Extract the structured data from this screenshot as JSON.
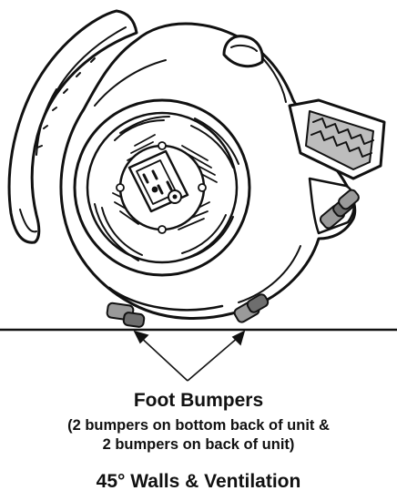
{
  "diagram": {
    "colors": {
      "ink": "#111111",
      "body_fill": "#ffffff",
      "bumper_fill": "#9a9a9a",
      "bumper_dark": "#6e6e6e",
      "handle_grip": "#bdbdbd"
    },
    "icons": [
      "air-mover-illustration",
      "power-outlet-icon",
      "reset-button-icon",
      "foot-bumper-icon",
      "pointer-arrow-icon"
    ],
    "callout": {
      "title": "Foot Bumpers",
      "line1": "(2 bumpers on bottom back of unit &",
      "line2": "2 bumpers on back of unit)"
    },
    "bottom_caption": "45° Walls & Ventilation"
  }
}
